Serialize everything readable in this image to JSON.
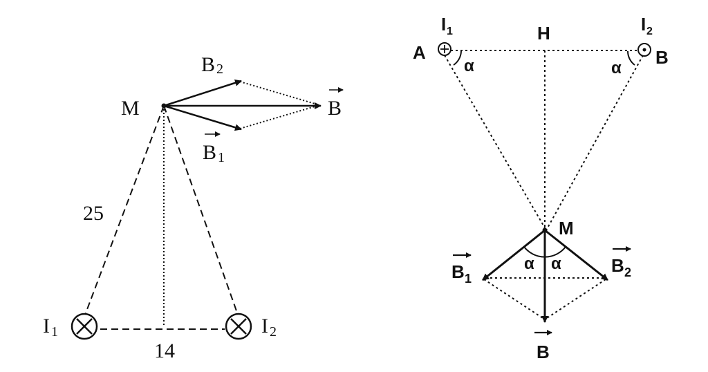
{
  "left_figure": {
    "point_m": "M",
    "vec_b2": {
      "letter": "B",
      "sub": "2"
    },
    "vec_b1": {
      "letter": "B",
      "sub": "1"
    },
    "vec_b": {
      "letter": "B"
    },
    "side_length": "25",
    "base_length": "14",
    "wire_1": {
      "letter": "I",
      "sub": "1"
    },
    "wire_2": {
      "letter": "I",
      "sub": "2"
    }
  },
  "right_figure": {
    "point_a": "A",
    "point_b": "B",
    "point_h": "H",
    "point_m": "M",
    "wire_1": {
      "letter": "I",
      "sub": "1"
    },
    "wire_2": {
      "letter": "I",
      "sub": "2"
    },
    "angle_symbol": "α",
    "vec_b1": {
      "letter": "B",
      "sub": "1"
    },
    "vec_b2": {
      "letter": "B",
      "sub": "2"
    },
    "vec_b": {
      "letter": "B"
    }
  }
}
